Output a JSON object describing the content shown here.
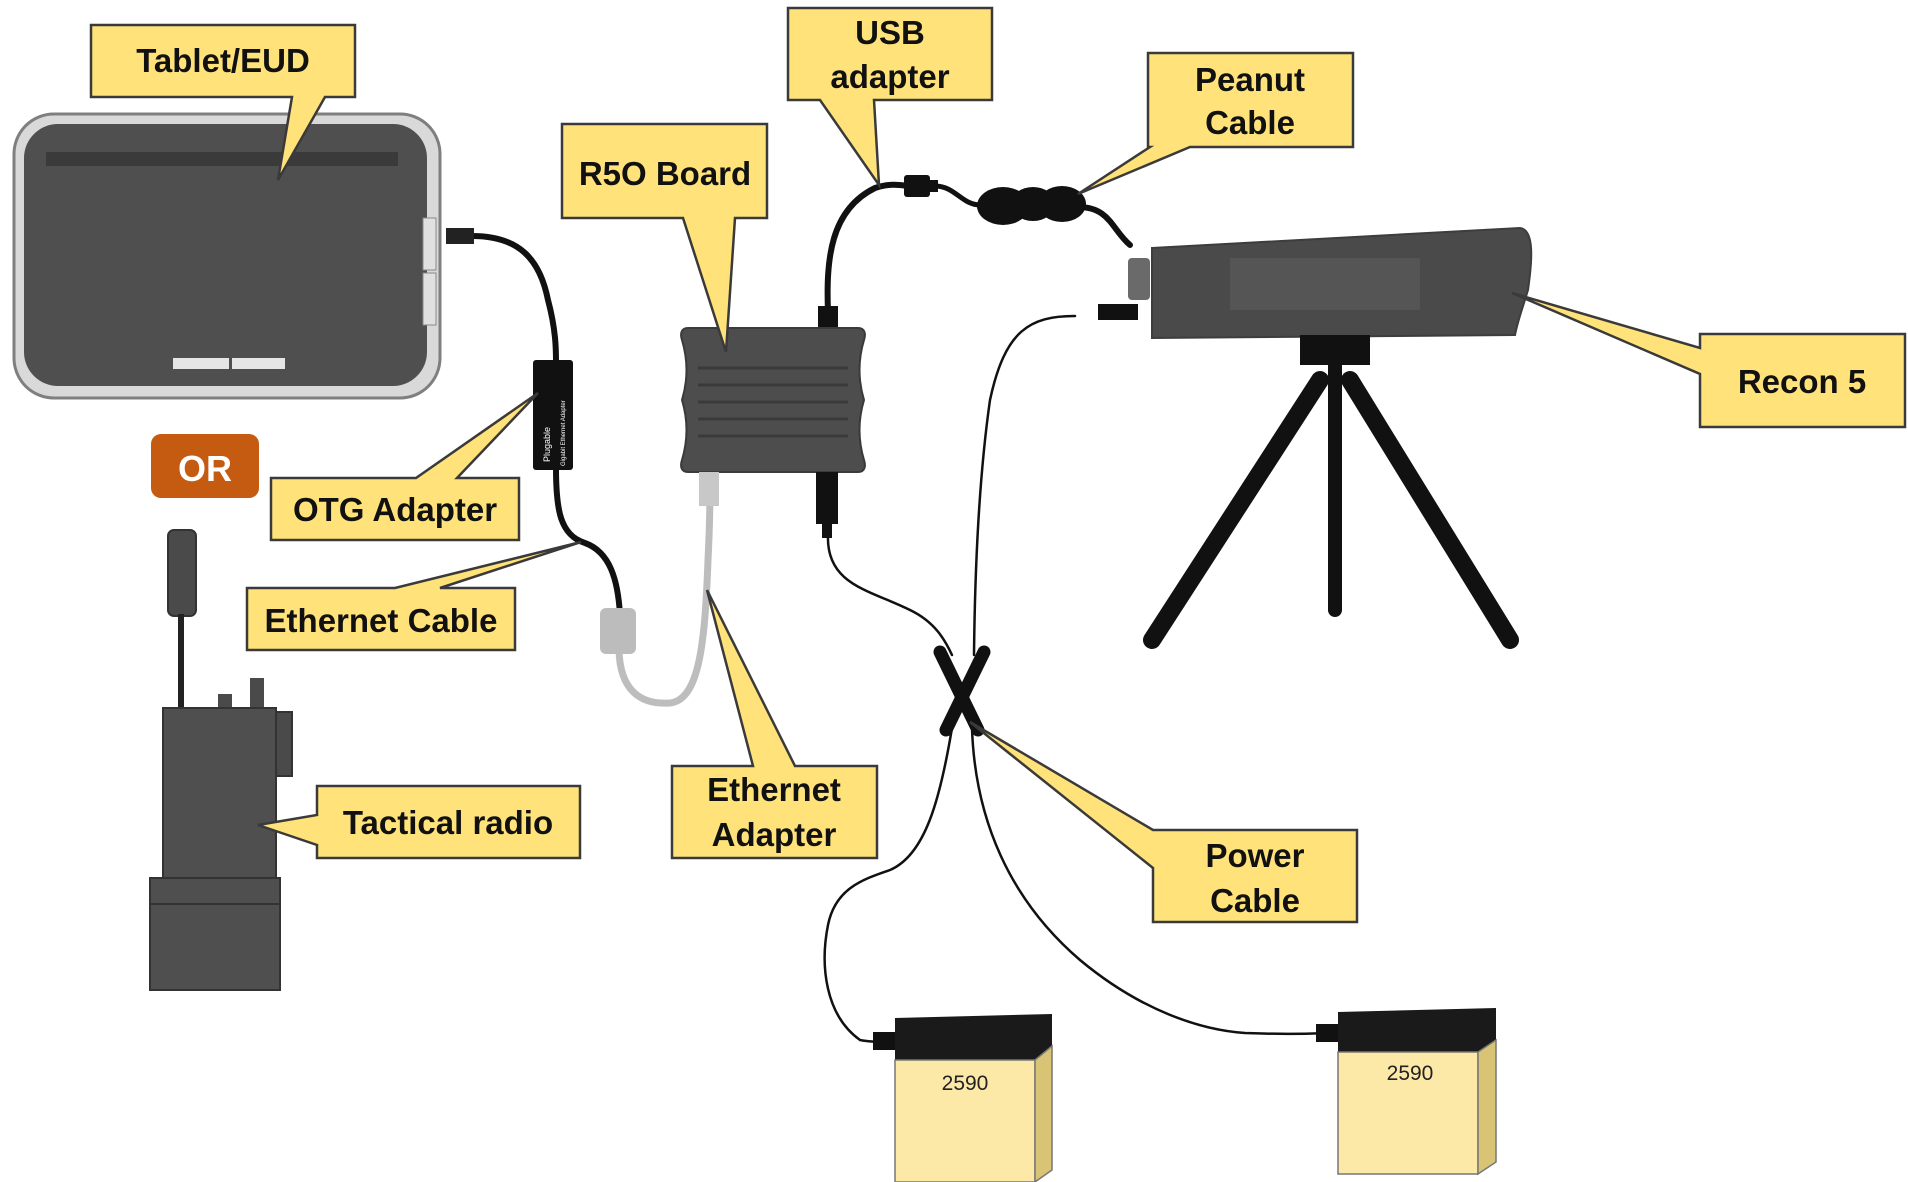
{
  "labels": {
    "tablet": "Tablet/EUD",
    "or": "OR",
    "otg_adapter": "OTG Adapter",
    "ethernet_cable": "Ethernet Cable",
    "tactical_radio": "Tactical radio",
    "r5o_board": "R5O Board",
    "usb_adapter_line1": "USB",
    "usb_adapter_line2": "adapter",
    "peanut_cable_line1": "Peanut",
    "peanut_cable_line2": "Cable",
    "recon5": "Recon 5",
    "ethernet_adapter_line1": "Ethernet",
    "ethernet_adapter_line2": "Adapter",
    "power_cable_line1": "Power",
    "power_cable_line2": "Cable"
  },
  "devices": {
    "otg_brand": "Plugable",
    "otg_model": "Gigabit Ethernet Adapter",
    "battery_left": "2590",
    "battery_right": "2590"
  },
  "colors": {
    "callout_fill": "#ffe27a",
    "callout_stroke": "#3a3a3a",
    "device_dark": "#4a4a4a",
    "device_black": "#111111",
    "or_badge": "#c55a11",
    "battery_fill": "#fde9a7",
    "gray_cable": "#bdbdbd"
  }
}
